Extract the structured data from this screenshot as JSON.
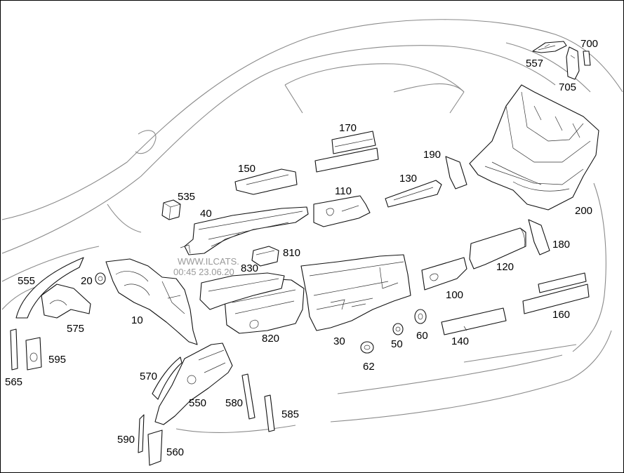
{
  "watermark": {
    "line1": "WWW.ILCATS.",
    "line2": "00:45 23.06.20"
  },
  "parts": [
    {
      "id": "p700",
      "label": "700"
    },
    {
      "id": "p557",
      "label": "557"
    },
    {
      "id": "p705",
      "label": "705"
    },
    {
      "id": "p170",
      "label": "170"
    },
    {
      "id": "p190",
      "label": "190"
    },
    {
      "id": "p150",
      "label": "150"
    },
    {
      "id": "p130",
      "label": "130"
    },
    {
      "id": "p535",
      "label": "535"
    },
    {
      "id": "p110",
      "label": "110"
    },
    {
      "id": "p200",
      "label": "200"
    },
    {
      "id": "p40",
      "label": "40"
    },
    {
      "id": "p180",
      "label": "180"
    },
    {
      "id": "p810",
      "label": "810"
    },
    {
      "id": "p830",
      "label": "830"
    },
    {
      "id": "p120",
      "label": "120"
    },
    {
      "id": "p555",
      "label": "555"
    },
    {
      "id": "p20",
      "label": "20"
    },
    {
      "id": "p100",
      "label": "100"
    },
    {
      "id": "p160",
      "label": "160"
    },
    {
      "id": "p10",
      "label": "10"
    },
    {
      "id": "p575",
      "label": "575"
    },
    {
      "id": "p60",
      "label": "60"
    },
    {
      "id": "p820",
      "label": "820"
    },
    {
      "id": "p30",
      "label": "30"
    },
    {
      "id": "p50",
      "label": "50"
    },
    {
      "id": "p140",
      "label": "140"
    },
    {
      "id": "p595",
      "label": "595"
    },
    {
      "id": "p62",
      "label": "62"
    },
    {
      "id": "p565",
      "label": "565"
    },
    {
      "id": "p570",
      "label": "570"
    },
    {
      "id": "p550",
      "label": "550"
    },
    {
      "id": "p580",
      "label": "580"
    },
    {
      "id": "p585",
      "label": "585"
    },
    {
      "id": "p590",
      "label": "590"
    },
    {
      "id": "p560",
      "label": "560"
    }
  ]
}
